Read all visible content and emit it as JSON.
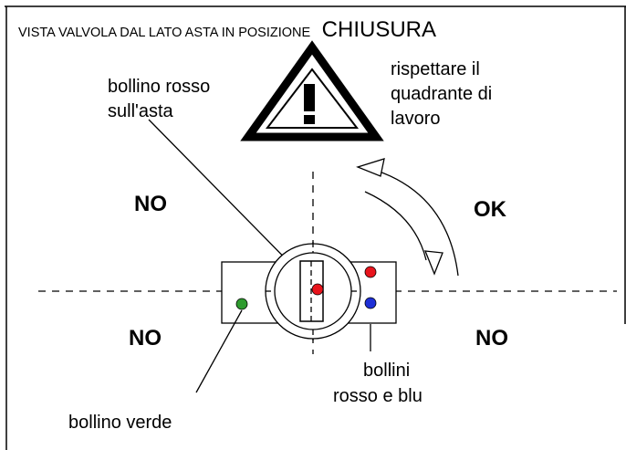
{
  "title": {
    "prefix": "VISTA VALVOLA DAL LATO ASTA IN POSIZIONE",
    "emphasis": "CHIUSURA"
  },
  "warning": {
    "icon": "warning-triangle-icon",
    "lines": [
      "rispettare il",
      "quadrante di",
      "lavoro"
    ]
  },
  "quadrants": {
    "top_left": "NO",
    "top_right": "OK",
    "bottom_left": "NO",
    "bottom_right": "NO"
  },
  "labels": {
    "red_dot_stem": [
      "bollino rosso",
      "sull'asta"
    ],
    "green_dot": "bollino verde",
    "red_blue_dots": [
      "bollini",
      "rosso e blu"
    ]
  },
  "colors": {
    "red_dot": "#e8141c",
    "blue_dot": "#1e2fd6",
    "green_dot": "#2f9b2f",
    "line": "#000000"
  }
}
